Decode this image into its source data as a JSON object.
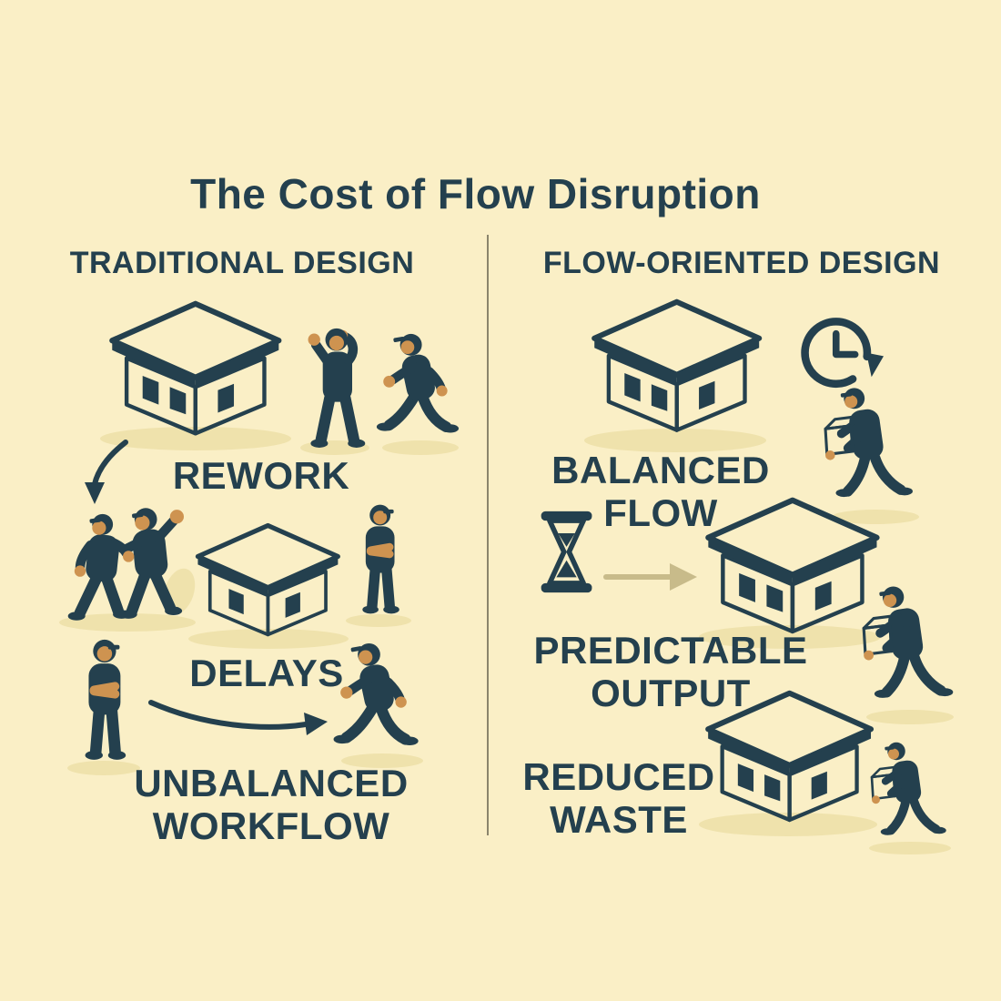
{
  "title": "The Cost of Flow Disruption",
  "columns": {
    "left": {
      "header": "TRADITIONAL DESIGN",
      "labels": {
        "rework": "REWORK",
        "delays": "DELAYS",
        "unbalanced": "UNBALANCED WORKFLOW"
      },
      "scene": [
        "house",
        "frustrated-worker",
        "rushing-worker",
        "curved-down-arrow",
        "arguing-workers",
        "house",
        "worker-arms-crossed",
        "worker-arms-crossed",
        "curved-right-arrow",
        "rushing-worker"
      ]
    },
    "right": {
      "header": "FLOW-ORIENTED DESIGN",
      "labels": {
        "balanced": "BALANCED FLOW",
        "predictable": "PREDICTABLE OUTPUT",
        "reduced": "REDUCED WASTE"
      },
      "scene": [
        "house",
        "rotating-clock",
        "worker-carrying-box",
        "hourglass",
        "flow-arrow",
        "house",
        "worker-carrying-box",
        "house",
        "worker-carrying-box"
      ]
    }
  },
  "icons": {
    "clock": "rotating-clock-icon",
    "hourglass": "hourglass-icon",
    "down_arrow": "curved-down-arrow-icon",
    "right_arrow": "curved-right-arrow-icon",
    "flow_arrow": "flow-arrow-icon",
    "building": "building-icon",
    "box": "cardboard-box-icon"
  },
  "colors": {
    "background": "#FAEFC6",
    "ink": "#24404E",
    "skin": "#CE9350",
    "roof": "#ACA278",
    "wall_light": "#CDC194",
    "wall_dark": "#B5AB7E",
    "shadow": "#EFE2AC",
    "box_front": "#E2AB60",
    "box_top": "#EDC083",
    "box_side": "#C58C49",
    "arrow_tan": "#C8BB8A",
    "divider": "#77725C"
  }
}
